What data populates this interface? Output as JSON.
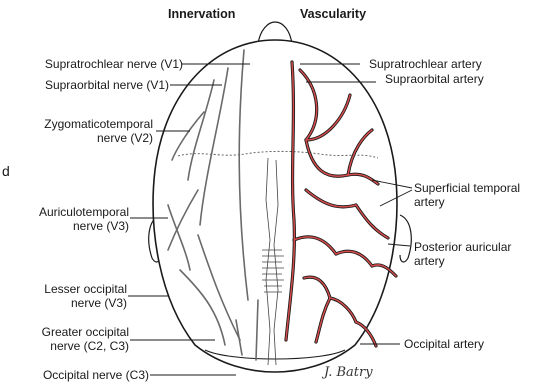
{
  "headers": {
    "left": "Innervation",
    "right": "Vascularity"
  },
  "panel_letter": "d",
  "nerves": [
    {
      "id": "supratrochlear",
      "line1": "Supratrochlear nerve (V1)",
      "line2": ""
    },
    {
      "id": "supraorbital",
      "line1": "Supraorbital nerve (V1)",
      "line2": ""
    },
    {
      "id": "zygomaticotemporal",
      "line1": "Zygomaticotemporal",
      "line2": "nerve (V2)"
    },
    {
      "id": "auriculotemporal",
      "line1": "Auriculotemporal",
      "line2": "nerve (V3)"
    },
    {
      "id": "lesser-occipital",
      "line1": "Lesser occipital",
      "line2": "nerve (V3)"
    },
    {
      "id": "greater-occipital",
      "line1": "Greater occipital",
      "line2": "nerve (C2, C3)"
    },
    {
      "id": "occipital",
      "line1": "Occipital nerve (C3)",
      "line2": ""
    }
  ],
  "arteries": [
    {
      "id": "supratrochlear",
      "line1": "Supratrochlear artery",
      "line2": ""
    },
    {
      "id": "supraorbital",
      "line1": "Supraorbital artery",
      "line2": ""
    },
    {
      "id": "superficial-temporal",
      "line1": "Superficial temporal",
      "line2": "artery"
    },
    {
      "id": "posterior-auricular",
      "line1": "Posterior auricular",
      "line2": "artery"
    },
    {
      "id": "occipital",
      "line1": "Occipital artery",
      "line2": ""
    }
  ],
  "signature": "J. Batry",
  "colors": {
    "artery": "#d24b4b",
    "ink": "#1a1a1a"
  }
}
